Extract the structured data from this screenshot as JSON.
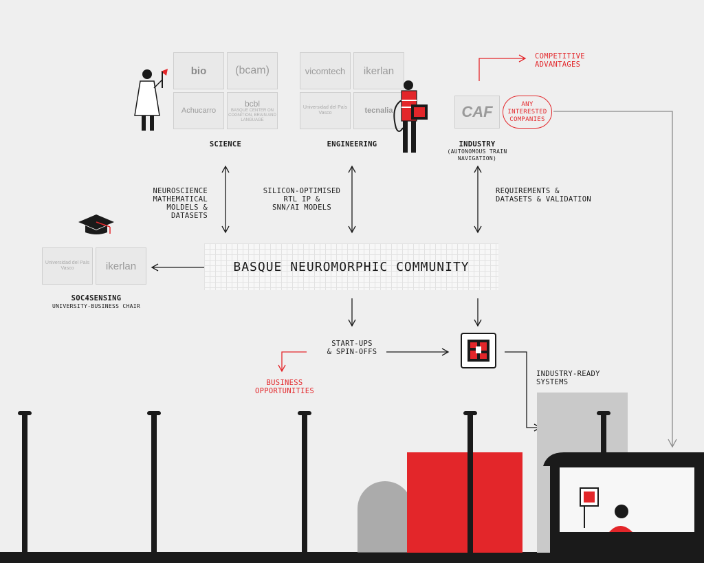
{
  "groups": {
    "science": {
      "title": "SCIENCE"
    },
    "engineering": {
      "title": "ENGINEERING"
    },
    "industry": {
      "title": "INDUSTRY",
      "subtitle": "(AUTONOMOUS TRAIN\nNAVIGATION)"
    }
  },
  "logos": {
    "bio": "bio",
    "bcam": "(bcam)",
    "achucarro": "Achucarro",
    "bcbl": "bcbl",
    "bcbl_sub": "BASQUE CENTER ON COGNITION, BRAIN AND LANGUAGE",
    "vicomtech": "vicomtech",
    "ikerlan": "ikerlan",
    "upv": "Universidad del País Vasco",
    "tecnalia": "tecnalia",
    "caf": "CAF",
    "upv2": "Universidad del País Vasco",
    "ikerlan2": "ikerlan"
  },
  "flows": {
    "science_label": "NEUROSCIENCE\nMATHEMATICAL\nMOLDELS &\nDATASETS",
    "engineering_label": "SILICON-OPTIMISED\nRTL IP &\nSNN/AI MODELS",
    "industry_label": "REQUIREMENTS &\nDATASETS & VALIDATION",
    "startups": "START-UPS\n& SPIN-OFFS",
    "industry_ready": "INDUSTRY-READY\nSYSTEMS",
    "business": "BUSINESS\nOPPORTUNITIES",
    "competitive": "COMPETITIVE\nADVANTAGES",
    "interested": "ANY\nINTERESTED\nCOMPANIES"
  },
  "community": {
    "title": "BASQUE NEUROMORPHIC COMMUNITY"
  },
  "chair": {
    "title": "SOC4SENSING",
    "subtitle": "UNIVERSITY-BUSINESS CHAIR"
  },
  "colors": {
    "accent": "#e3262a",
    "ink": "#1a1a1a",
    "background": "#efefef"
  }
}
